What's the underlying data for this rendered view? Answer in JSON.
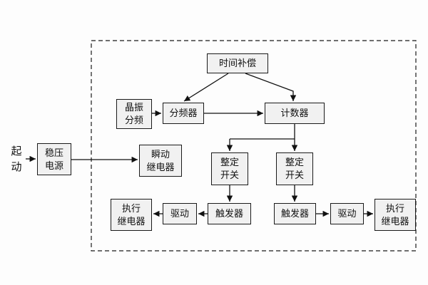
{
  "start_label": "起\n动",
  "nodes": {
    "time_compensation": "时间补偿",
    "crystal_oscillator_divider": "晶振\n分频",
    "frequency_divider": "分频器",
    "counter": "计数器",
    "regulated_power_supply": "稳压\n电源",
    "instantaneous_relay": "瞬动\n继电器",
    "setting_switch_left": "整定\n开关",
    "setting_switch_right": "整定\n开关",
    "trigger_left": "触发器",
    "trigger_right": "触发器",
    "drive_left": "驱动",
    "drive_right": "驱动",
    "execution_relay_left": "执行\n继电器",
    "execution_relay_right": "执行\n继电器"
  },
  "colors": {
    "line": "#111111",
    "box_fill": "#f1f1f1",
    "box_border": "#1a1a1a"
  }
}
